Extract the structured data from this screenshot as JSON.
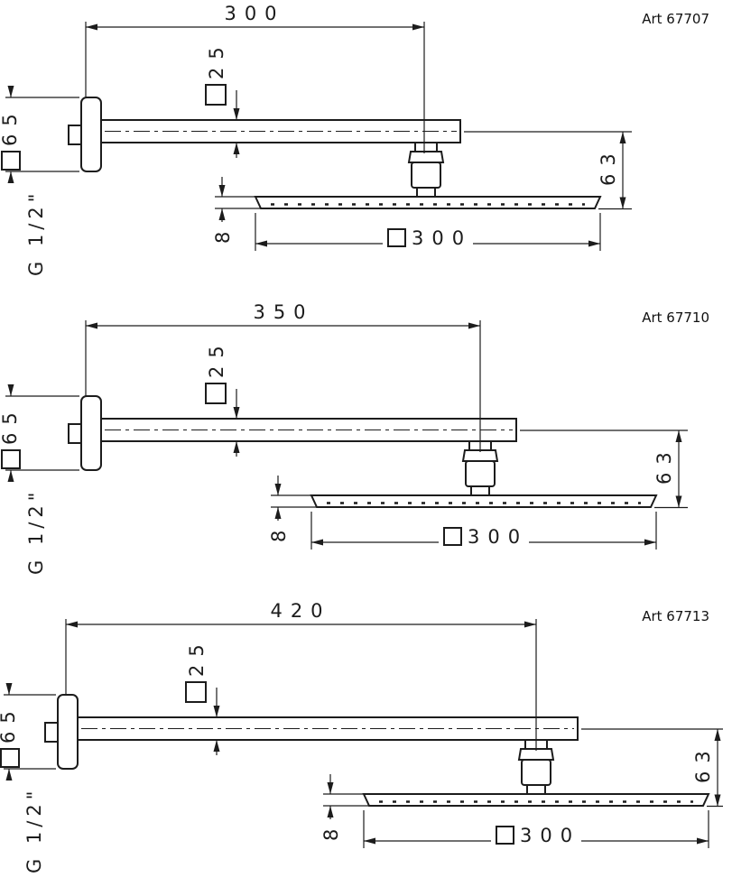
{
  "page": {
    "background": "#ffffff",
    "line_color": "#1c1c1c"
  },
  "diagrams": [
    {
      "art_label": "Art 67707",
      "arm_length": "300",
      "arm_section": "25",
      "wall_flange": "65",
      "thread": "G 1/2\"",
      "head_drop_height": "63",
      "head_thickness": "8",
      "head_width": "300",
      "square_symbol": "□"
    },
    {
      "art_label": "Art 67710",
      "arm_length": "350",
      "arm_section": "25",
      "wall_flange": "65",
      "thread": "G 1/2\"",
      "head_drop_height": "63",
      "head_thickness": "8",
      "head_width": "300",
      "square_symbol": "□"
    },
    {
      "art_label": "Art 67713",
      "arm_length": "420",
      "arm_section": "25",
      "wall_flange": "65",
      "thread": "G 1/2\"",
      "head_drop_height": "63",
      "head_thickness": "8",
      "head_width": "300",
      "square_symbol": "□"
    }
  ]
}
